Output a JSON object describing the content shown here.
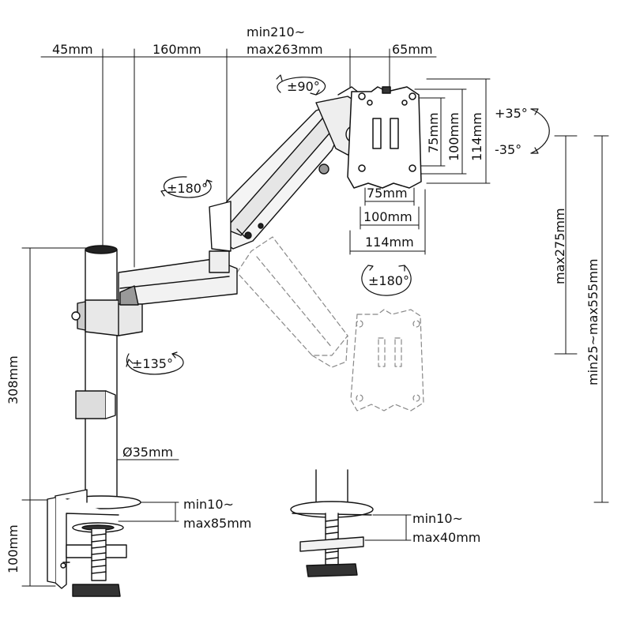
{
  "dimensions": {
    "top_offset": "45mm",
    "arm_length": "160mm",
    "extension_line1": "min210~",
    "extension_line2": "max263mm",
    "plate_offset": "65mm",
    "pole_height": "308mm",
    "pole_diameter": "Ø35mm",
    "clamp_height": "100mm",
    "clamp_range_line1": "min10~",
    "clamp_range_line2": "max85mm",
    "grommet_range_line1": "min10~",
    "grommet_range_line2": "max40mm",
    "vesa_h_75": "75mm",
    "vesa_h_100": "100mm",
    "vesa_h_114": "114mm",
    "vesa_w_75": "75mm",
    "vesa_w_100": "100mm",
    "vesa_w_114": "114mm",
    "height_adjust": "max275mm",
    "total_height": "min25~max555mm"
  },
  "rotations": {
    "swivel_90": "±90°",
    "arm_180": "±180°",
    "rotation_180": "±180°",
    "base_135": "±135°",
    "tilt_up": "+35°",
    "tilt_down": "-35°"
  }
}
